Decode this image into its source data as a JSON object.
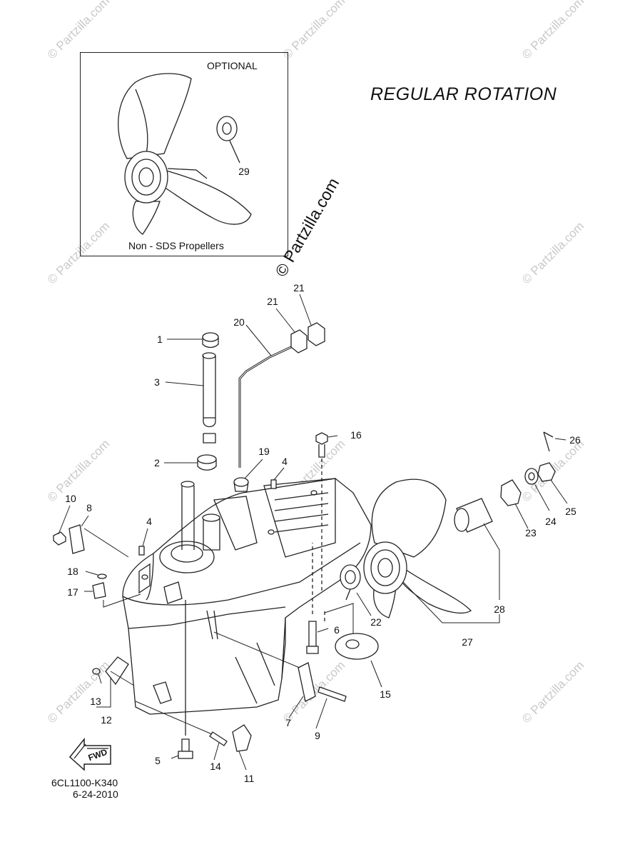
{
  "header": {
    "title": "REGULAR ROTATION"
  },
  "optional_box": {
    "top_label": "OPTIONAL",
    "bottom_label": "Non - SDS Propellers"
  },
  "watermark": {
    "main": "© Partzilla.com",
    "repeat": "© Partzilla.com"
  },
  "fwd_arrow_label": "FWD",
  "footer": {
    "code": "6CL1100-K340",
    "date": "6-24-2010"
  },
  "callouts": [
    "1",
    "2",
    "3",
    "4",
    "4",
    "5",
    "6",
    "7",
    "8",
    "9",
    "10",
    "11",
    "12",
    "13",
    "14",
    "15",
    "16",
    "17",
    "18",
    "19",
    "20",
    "21",
    "21",
    "22",
    "23",
    "24",
    "25",
    "26",
    "27",
    "28",
    "29"
  ],
  "colors": {
    "line": "#222222",
    "watermark": "#c9c9c9",
    "background": "#ffffff"
  }
}
